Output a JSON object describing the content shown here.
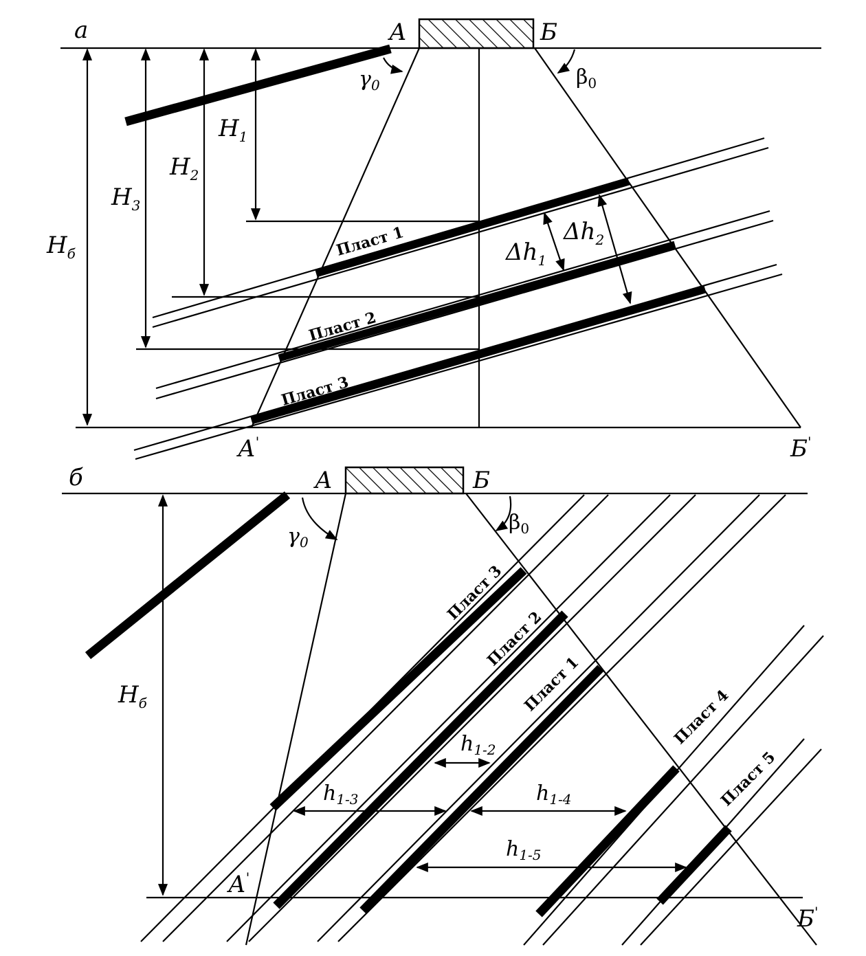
{
  "panel_a": {
    "letter": "а",
    "point_a": "А",
    "point_b": "Б",
    "point_a1": "А",
    "point_a1_prime": "'",
    "point_b1": "Б",
    "point_b1_prime": "'",
    "gamma": "γ",
    "gamma_sub": "0",
    "beta": "β",
    "beta_sub": "0",
    "h1_base": "H",
    "h1_sub": "1",
    "h2_base": "H",
    "h2_sub": "2",
    "h3_base": "H",
    "h3_sub": "3",
    "hb_base": "H",
    "hb_sub": "б",
    "dh1_base": "Δh",
    "dh1_sub": "1",
    "dh2_base": "Δh",
    "dh2_sub": "2",
    "seam1": "Пласт 1",
    "seam2": "Пласт 2",
    "seam3": "Пласт 3"
  },
  "panel_b": {
    "letter": "б",
    "point_a": "А",
    "point_b": "Б",
    "point_a1": "А",
    "point_a1_prime": "'",
    "point_b1": "Б",
    "point_b1_prime": "'",
    "gamma": "γ",
    "gamma_sub": "0",
    "beta": "β",
    "beta_sub": "0",
    "hb_base": "H",
    "hb_sub": "б",
    "h12_base": "h",
    "h12_sub": "1-2",
    "h13_base": "h",
    "h13_sub": "1-3",
    "h14_base": "h",
    "h14_sub": "1-4",
    "h15_base": "h",
    "h15_sub": "1-5",
    "seam1": "Пласт 1",
    "seam2": "Пласт 2",
    "seam3": "Пласт 3",
    "seam4": "Пласт 4",
    "seam5": "Пласт 5"
  }
}
